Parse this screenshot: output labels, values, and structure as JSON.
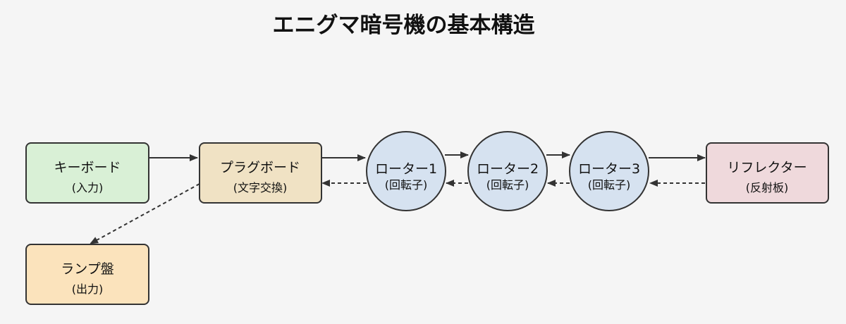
{
  "title": "エニグマ暗号機の基本構造",
  "nodes": {
    "keyboard": {
      "label": "キーボード",
      "sub": "(入力)",
      "fill": "#d9f0d6"
    },
    "plugboard": {
      "label": "プラグボード",
      "sub": "(文字交換)",
      "fill": "#f0e2c4"
    },
    "rotor1": {
      "label": "ローター1",
      "sub": "(回転子)",
      "fill": "#d6e2f0"
    },
    "rotor2": {
      "label": "ローター2",
      "sub": "(回転子)",
      "fill": "#d6e2f0"
    },
    "rotor3": {
      "label": "ローター3",
      "sub": "(回転子)",
      "fill": "#d6e2f0"
    },
    "reflector": {
      "label": "リフレクター",
      "sub": "(反射板)",
      "fill": "#efd9dc"
    },
    "lampboard": {
      "label": "ランプ盤",
      "sub": "(出力)",
      "fill": "#fbe3bc"
    }
  },
  "colors": {
    "stroke": "#333333",
    "background": "#f5f5f5"
  }
}
